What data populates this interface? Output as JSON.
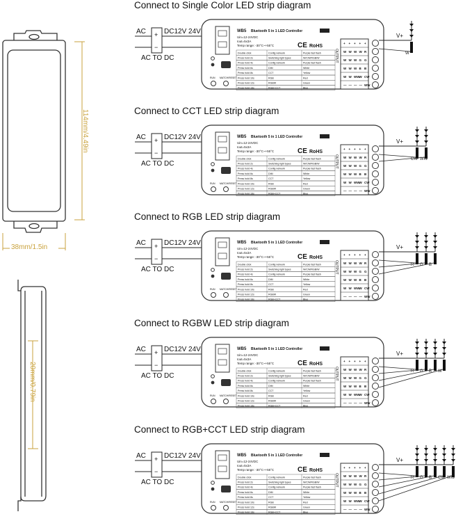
{
  "diagrams": [
    {
      "title": "Connect to Single Color LED strip diagram",
      "channels": [
        "W"
      ]
    },
    {
      "title": "Connect to CCT LED strip diagram",
      "channels": [
        "CW",
        "WW"
      ]
    },
    {
      "title": "Connect to RGB LED strip diagram",
      "channels": [
        "R",
        "G",
        "B"
      ]
    },
    {
      "title": "Connect to RGBW LED strip diagram",
      "channels": [
        "R",
        "G",
        "B",
        "W"
      ]
    },
    {
      "title": "Connect to RGB+CCT LED strip diagram",
      "channels": [
        "R",
        "G",
        "B",
        "CW",
        "WW"
      ]
    }
  ],
  "wiring": {
    "ac": "AC",
    "dc": "DC12V 24V",
    "ac_to_dc": "AC TO DC",
    "plus": "+",
    "minus": "−",
    "vplus": "V+"
  },
  "controller": {
    "model": "WB5",
    "name": "Bluetooth 5 in 1 LED Controller",
    "uin": "Uin=12-24VDC",
    "iout": "Iout=5x3A",
    "temp": "Temp range: -30°C~+55°C",
    "ce": "CE",
    "rohs": "RoHS",
    "run": "RUN",
    "match": "MATCH/RESET",
    "output": "OUTPUT",
    "table": [
      [
        "Double click",
        "Config network",
        "Purple fast flash"
      ],
      [
        "Press hold 2s",
        "Switching light types",
        "W/CW/RGB/W"
      ],
      [
        "Press hold 4s",
        "Config network",
        "Purple fast flash"
      ],
      [
        "Press hold 6s",
        "DIM",
        "White"
      ],
      [
        "Press hold 8s",
        "CCT",
        "Yellow"
      ],
      [
        "Press hold 10s",
        "RGB",
        "Red"
      ],
      [
        "Press hold 12s",
        "RGBW",
        "Green"
      ],
      [
        "Press hold 16s",
        "RGB+CCT",
        "Blue"
      ]
    ],
    "terminal_rows": [
      [
        "+",
        "+",
        "+",
        "+",
        "+"
      ],
      [
        "W",
        "W",
        "W",
        "W",
        "R"
      ],
      [
        "W",
        "W",
        "W",
        "G",
        "G"
      ],
      [
        "W",
        "W",
        "W",
        "B",
        "B"
      ],
      [
        "W",
        "W",
        "WW",
        "W",
        "CW"
      ],
      [
        "—",
        "—",
        "—",
        "—",
        "WW"
      ]
    ]
  },
  "dimensions": {
    "height": "114mm/4.49in",
    "width": "38mm/1.5in",
    "depth": "20mm/0.79in"
  },
  "colors": {
    "line": "#222222",
    "dimension": "#c9a23c",
    "case": "#333333"
  }
}
